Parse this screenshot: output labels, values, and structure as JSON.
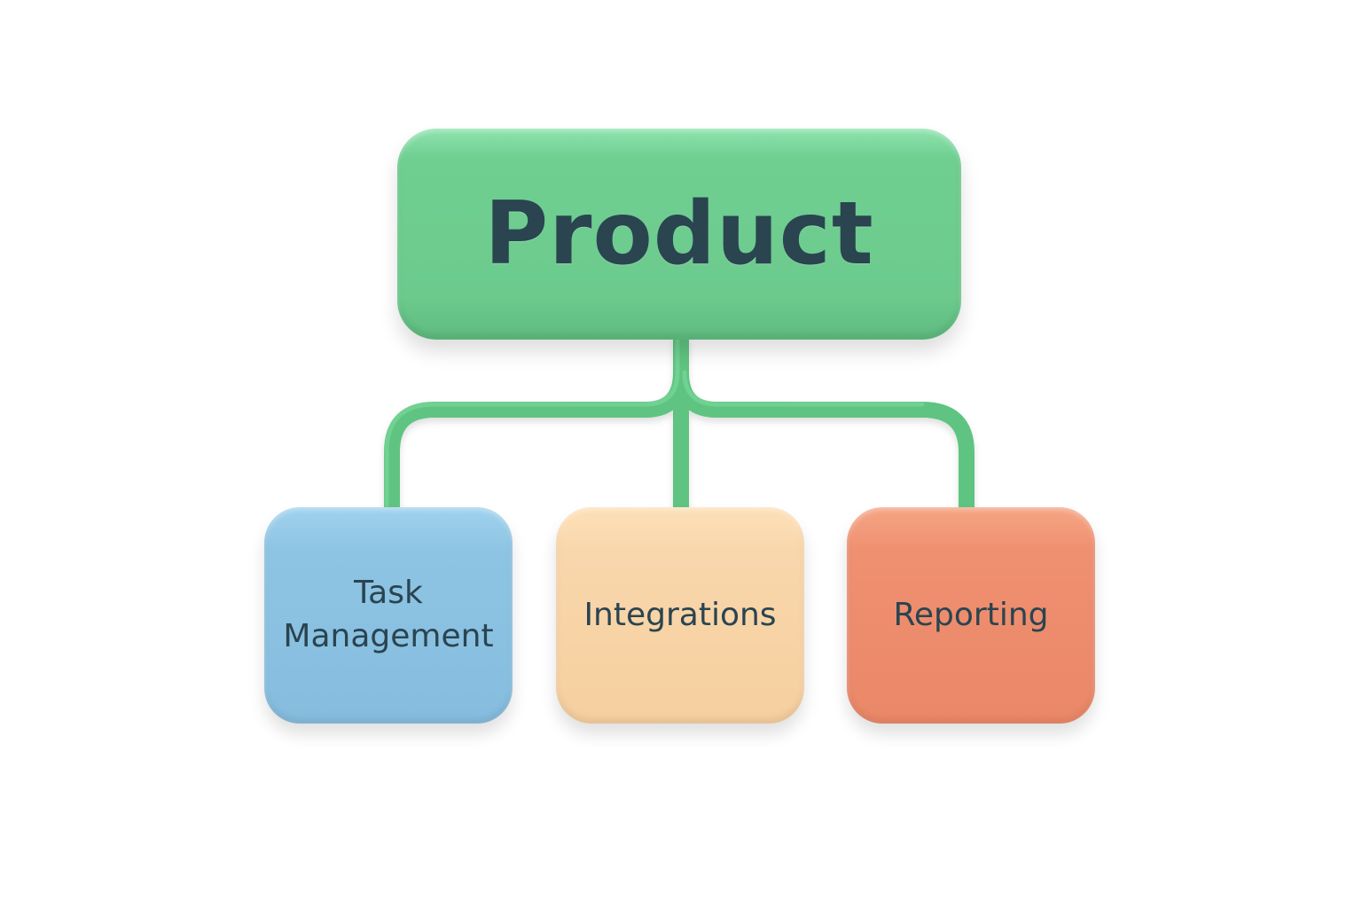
{
  "diagram": {
    "type": "hierarchy",
    "root": {
      "label": "Product",
      "color": "#6ccb8e"
    },
    "connector_color": "#5fc481",
    "children": [
      {
        "label": "Task Management",
        "line1": "Task",
        "line2": "Management",
        "color": "#8ec4e3"
      },
      {
        "label": "Integrations",
        "color": "#f8d6ab"
      },
      {
        "label": "Reporting",
        "color": "#ef9070"
      }
    ],
    "text_color": "#2a4450",
    "background": "#ffffff"
  }
}
